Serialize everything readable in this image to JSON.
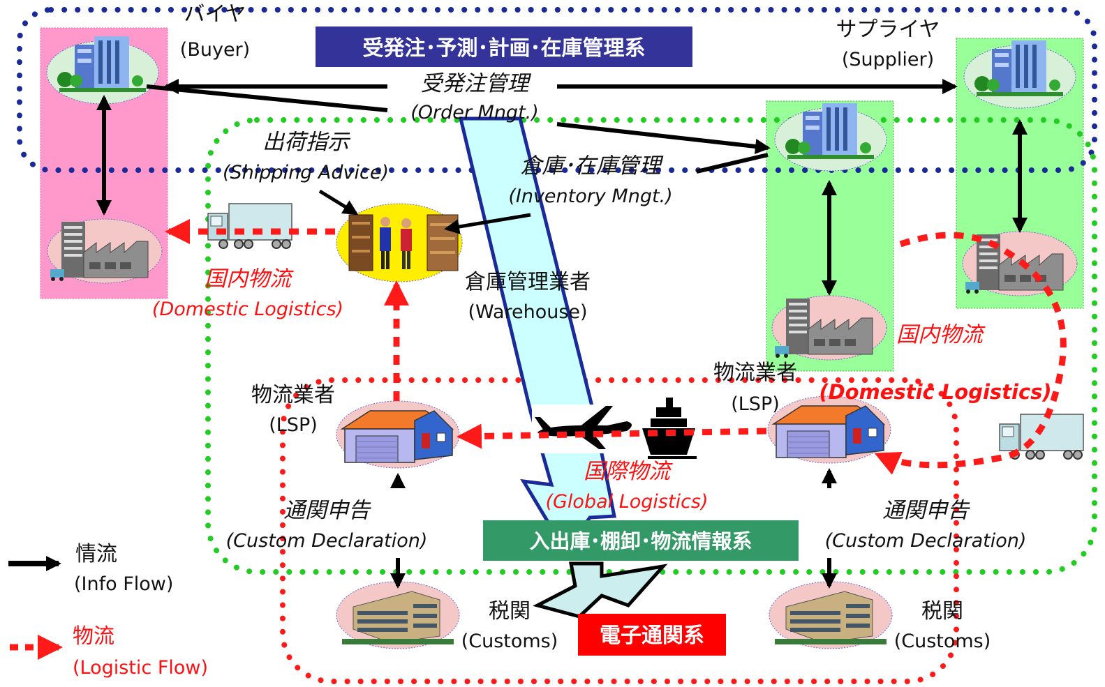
{
  "colors": {
    "info_flow": "#000000",
    "logistic_flow": "#ff1a1a",
    "buyer_zone": "#ff99cc",
    "supplier_zone": "#99ff99",
    "blue_dotted_boundary": "#1a2a99",
    "green_dotted_boundary": "#22cc22",
    "order_system_banner": "#333399",
    "warehouse_system_banner": "#339966",
    "customs_system_banner": "#ff0000",
    "big_arrow": "#ccffff"
  },
  "buyer": {
    "label_ja": "バイヤ",
    "label_en": "(Buyer)"
  },
  "supplier": {
    "label_ja": "サプライヤ",
    "label_en": "(Supplier)"
  },
  "systems": {
    "order_system": "受発注･予測･計画･在庫管理系",
    "warehouse_system": "入出庫･棚卸･物流情報系",
    "customs_system": "電子通関系"
  },
  "order_mngt": {
    "ja": "受発注管理",
    "en": "(Order Mngt.)"
  },
  "shipping_advice": {
    "ja": "出荷指示",
    "en": "(Shipping Advice)"
  },
  "inventory_mngt": {
    "ja": "倉庫･在庫管理",
    "en": "(Inventory Mngt.)"
  },
  "warehouse": {
    "ja": "倉庫管理業者",
    "en": "(Warehouse)"
  },
  "domestic_left": {
    "ja": "国内物流",
    "en": "(Domestic Logistics)"
  },
  "domestic_right": {
    "ja": "国内物流",
    "en": "(Domestic Logistics)"
  },
  "global_logistics": {
    "ja": "国際物流",
    "en": "(Global Logistics)"
  },
  "lsp_left": {
    "ja": "物流業者",
    "en": "(LSP)"
  },
  "lsp_right": {
    "ja": "物流業者",
    "en": "(LSP)"
  },
  "custom_decl_left": {
    "ja": "通関申告",
    "en": "(Custom Declaration)"
  },
  "custom_decl_right": {
    "ja": "通関申告",
    "en": "(Custom Declaration)"
  },
  "customs_left": {
    "ja": "税関",
    "en": "(Customs)"
  },
  "customs_right": {
    "ja": "税関",
    "en": "(Customs)"
  },
  "legend": {
    "info_ja": "情流",
    "info_en": "(Info Flow)",
    "logistic_ja": "物流",
    "logistic_en": "(Logistic Flow)"
  },
  "icons": [
    "office-building-icon",
    "factory-icon",
    "truck-icon",
    "warehouse-workers-icon",
    "lsp-warehouse-icon",
    "airplane-icon",
    "ship-icon",
    "customs-building-icon"
  ]
}
